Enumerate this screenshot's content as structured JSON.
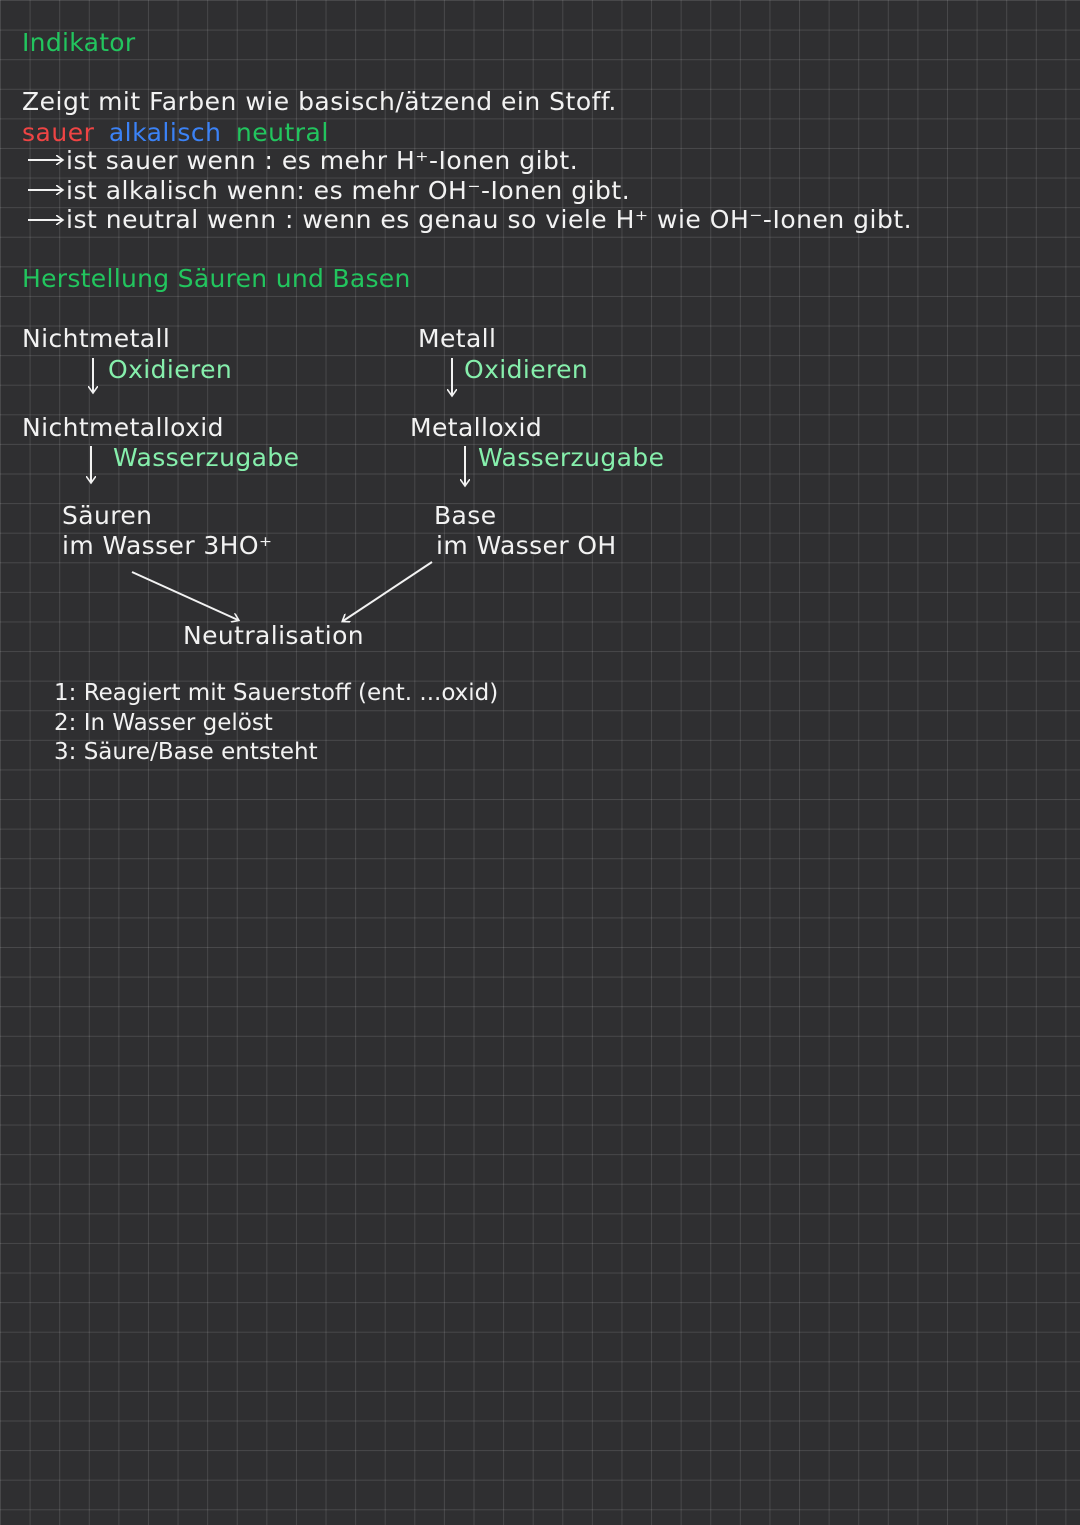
{
  "colors": {
    "heading": "#22c55e",
    "sauer": "#ef4444",
    "alkalisch": "#3b82f6",
    "neutral": "#22c55e",
    "diagram_step": "#86efac",
    "text": "#f2f2f2",
    "background": "#2f2f31"
  },
  "indikator": {
    "heading": "Indikator",
    "intro": "Zeigt mit Farben wie basisch/ätzend ein Stoff.",
    "labels": {
      "sauer": "sauer",
      "alkalisch": "alkalisch",
      "neutral": "neutral"
    },
    "rules": [
      "ist sauer wenn : es mehr H⁺-Ionen gibt.",
      "ist alkalisch wenn: es mehr OH⁻-Ionen gibt.",
      "ist neutral wenn : wenn es genau so viele H⁺ wie OH⁻-Ionen gibt."
    ]
  },
  "herstellung": {
    "heading": "Herstellung Säuren und Basen",
    "left": {
      "start": "Nichtmetall",
      "step1": "Oxidieren",
      "middle": "Nichtmetalloxid",
      "step2": "Wasserzugabe",
      "result_line1": "Säuren",
      "result_line2": "im Wasser 3HO⁺"
    },
    "right": {
      "start": "Metall",
      "step1": "Oxidieren",
      "middle": "Metalloxid",
      "step2": "Wasserzugabe",
      "result_line1": "Base",
      "result_line2": "im Wasser OH"
    },
    "neutralisation": "Neutralisation",
    "steps": [
      "1: Reagiert mit Sauerstoff (ent. ...oxid)",
      "2: In Wasser gelöst",
      "3: Säure/Base entsteht"
    ]
  }
}
